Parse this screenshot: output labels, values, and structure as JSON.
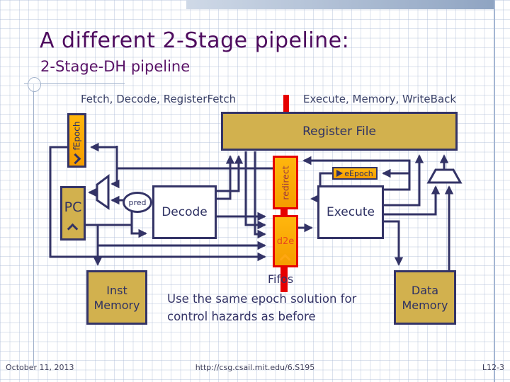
{
  "slide": {
    "title": "A different 2-Stage pipeline:",
    "subtitle": "2-Stage-DH pipeline"
  },
  "stages": {
    "left_label": "Fetch, Decode, RegisterFetch",
    "right_label": "Execute, Memory, WriteBack"
  },
  "diagram": {
    "register_file": "Register File",
    "fepoch": "fEpoch",
    "pc": "PC",
    "pred": "pred",
    "decode": "Decode",
    "execute": "Execute",
    "redirect": "redirect",
    "d2e": "d2e",
    "eepoch": "eEpoch",
    "inst_memory": "Inst\nMemory",
    "data_memory": "Data\nMemory",
    "fifos_label": "Fifos",
    "note": "Use the same epoch solution for\ncontrol hazards as before"
  },
  "footer": {
    "date": "October 11, 2013",
    "url": "http://csg.csail.mit.edu/6.S195",
    "slide_number": "L12-3"
  },
  "colors": {
    "navy_line": "#333366",
    "gold_box": "#d2b14e",
    "orange_register": "#fba70d",
    "red_accent": "#e60000",
    "title_purple": "#4e0b5e",
    "redirect_text": "#9c3a3f",
    "d2e_text": "#e8491d"
  }
}
